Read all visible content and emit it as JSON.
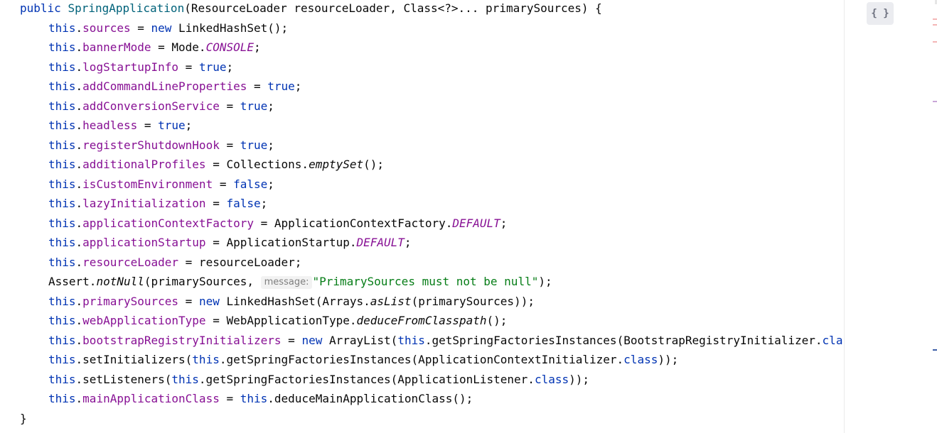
{
  "reader_mode_label": "{ }",
  "code": {
    "signature": {
      "kw_public": "public ",
      "name": "SpringApplication",
      "params": "(ResourceLoader resourceLoader, Class<?>... primarySources) {"
    },
    "closing_brace": "}",
    "this": "this",
    "dot": ".",
    "semi": ";",
    "sources": {
      "field": "sources",
      "op": " = ",
      "kw_new": "new",
      "rest": " LinkedHashSet();"
    },
    "bannerMode": {
      "field": "bannerMode",
      "op": " = Mode.",
      "const": "CONSOLE"
    },
    "logStartupInfo": {
      "field": "logStartupInfo",
      "op": " = ",
      "value": "true"
    },
    "addCommandLineProperties": {
      "field": "addCommandLineProperties",
      "op": " = ",
      "value": "true"
    },
    "addConversionService": {
      "field": "addConversionService",
      "op": " = ",
      "value": "true"
    },
    "headless": {
      "field": "headless",
      "op": " = ",
      "value": "true"
    },
    "registerShutdownHook": {
      "field": "registerShutdownHook",
      "op": " = ",
      "value": "true"
    },
    "additionalProfiles": {
      "field": "additionalProfiles",
      "op": " = Collections.",
      "method": "emptySet",
      "rest": "();"
    },
    "isCustomEnvironment": {
      "field": "isCustomEnvironment",
      "op": " = ",
      "value": "false"
    },
    "lazyInitialization": {
      "field": "lazyInitialization",
      "op": " = ",
      "value": "false"
    },
    "applicationContextFactory": {
      "field": "applicationContextFactory",
      "op": " = ApplicationContextFactory.",
      "const": "DEFAULT"
    },
    "applicationStartup": {
      "field": "applicationStartup",
      "op": " = ApplicationStartup.",
      "const": "DEFAULT"
    },
    "resourceLoader": {
      "field": "resourceLoader",
      "op": " = resourceLoader;"
    },
    "assert": {
      "prefix": "Assert.",
      "method": "notNull",
      "args": "(primarySources, ",
      "hint": "message:",
      "string": "\"PrimarySources must not be null\"",
      "rest": ");"
    },
    "primarySources": {
      "field": "primarySources",
      "op": " = ",
      "kw_new": "new",
      "mid": " LinkedHashSet(Arrays.",
      "method": "asList",
      "rest": "(primarySources));"
    },
    "webApplicationType": {
      "field": "webApplicationType",
      "op": " = WebApplicationType.",
      "method": "deduceFromClasspath",
      "rest": "();"
    },
    "bootstrapRegistryInitializers": {
      "field": "bootstrapRegistryInitializers",
      "op": " = ",
      "kw_new": "new",
      "mid": " ArrayList(",
      "mid2": ".getSpringFactoriesInstances(BootstrapRegistryInitializer.",
      "kw_class": "class",
      "rest": "));"
    },
    "setInitializers": {
      "call": ".setInitializers(",
      "mid": ".getSpringFactoriesInstances(ApplicationContextInitializer.",
      "kw_class": "class",
      "rest": "));"
    },
    "setListeners": {
      "call": ".setListeners(",
      "mid": ".getSpringFactoriesInstances(ApplicationListener.",
      "kw_class": "class",
      "rest": "));"
    },
    "mainApplicationClass": {
      "field": "mainApplicationClass",
      "op": " = ",
      "rest": ".deduceMainApplicationClass();"
    }
  },
  "colors": {
    "keyword": "#0033b3",
    "field": "#871094",
    "string": "#067d17",
    "method_decl": "#00627a",
    "plain": "#080808"
  }
}
